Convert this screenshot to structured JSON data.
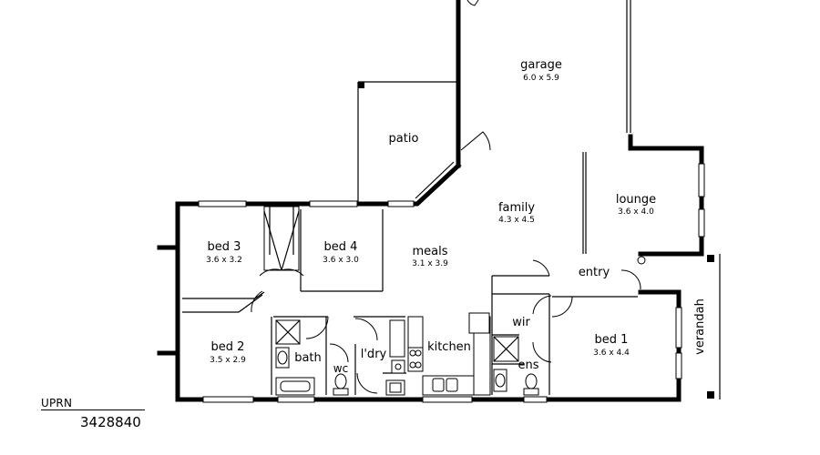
{
  "rooms": {
    "garage": {
      "name": "garage",
      "dims": "6.0  x  5.9"
    },
    "patio": {
      "name": "patio"
    },
    "family": {
      "name": "family",
      "dims": "4.3  x  4.5"
    },
    "lounge": {
      "name": "lounge",
      "dims": "3.6  x  4.0"
    },
    "bed3": {
      "name": "bed  3",
      "dims": "3.6  x  3.2"
    },
    "bed4": {
      "name": "bed  4",
      "dims": "3.6  x  3.0"
    },
    "meals": {
      "name": "meals",
      "dims": "3.1  x  3.9"
    },
    "entry": {
      "name": "entry"
    },
    "bed2": {
      "name": "bed  2",
      "dims": "3.5  x  2.9"
    },
    "bath": {
      "name": "bath"
    },
    "wc": {
      "name": "wc"
    },
    "ldry": {
      "name": "l'dry"
    },
    "kitchen": {
      "name": "kitchen"
    },
    "wir": {
      "name": "wir"
    },
    "ens": {
      "name": "ens"
    },
    "bed1": {
      "name": "bed  1",
      "dims": "3.6  x  4.4"
    },
    "verandah": {
      "name": "verandah"
    }
  },
  "uprn": {
    "label": "UPRN",
    "value": "3428840"
  }
}
